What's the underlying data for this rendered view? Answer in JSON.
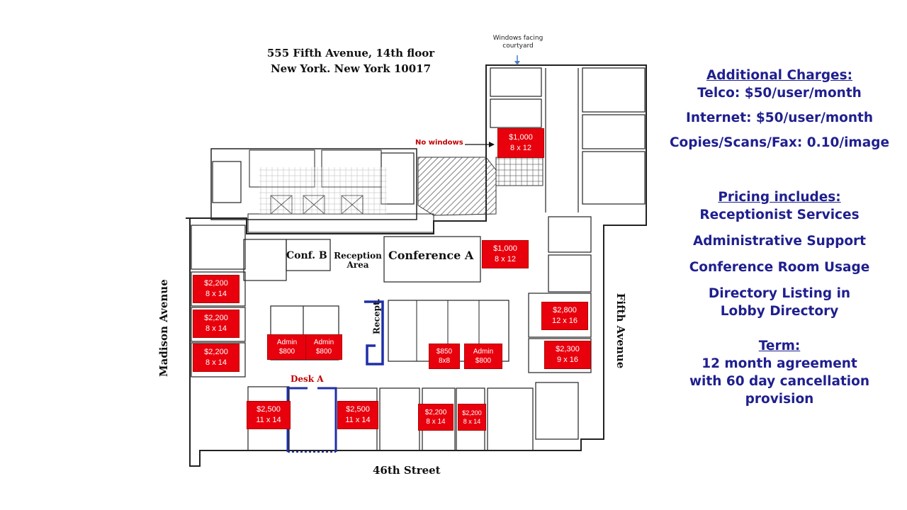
{
  "address": {
    "line1": "555 Fifth Avenue, 14th floor",
    "line2": "New York. New York   10017"
  },
  "streets": {
    "west": "Madison Avenue",
    "east": "Fifth Avenue",
    "south": "46th Street"
  },
  "notes": {
    "windows": "Windows facing courtyard",
    "no_windows": "No windows"
  },
  "rooms": {
    "conf_b": "Conf. B",
    "reception": "Reception Area",
    "conference_a": "Conference A",
    "recept": "Recept.",
    "desk_a": "Desk A"
  },
  "offices": [
    {
      "price": "$1,000",
      "size": "8 x 12"
    },
    {
      "price": "$1,000",
      "size": "8 x 12"
    },
    {
      "price": "$2,200",
      "size": "8 x 14"
    },
    {
      "price": "$2,200",
      "size": "8 x 14"
    },
    {
      "price": "$2,200",
      "size": "8 x 14"
    },
    {
      "price": "Admin",
      "size": "$800"
    },
    {
      "price": "Admin",
      "size": "$800"
    },
    {
      "price": "$850",
      "size": "8x8"
    },
    {
      "price": "Admin",
      "size": "$800"
    },
    {
      "price": "$2,800",
      "size": "12 x 16"
    },
    {
      "price": "$2,300",
      "size": "9 x 16"
    },
    {
      "price": "$2,500",
      "size": "11 x 14"
    },
    {
      "price": "$2,500",
      "size": "11 x 14"
    },
    {
      "price": "$2,200",
      "size": "8 x 14"
    },
    {
      "price": "$2,200",
      "size": "8 x 14"
    }
  ],
  "info": {
    "additional_heading": "Additional Charges:",
    "telco": "Telco: $50/user/month",
    "internet": "Internet: $50/user/month",
    "copies": "Copies/Scans/Fax:  0.10/image",
    "pricing_heading": "Pricing includes:",
    "pricing_items": [
      "Receptionist Services",
      "Administrative Support",
      "Conference Room Usage",
      "Directory Listing in",
      "Lobby Directory"
    ],
    "term_heading": "Term:",
    "term_lines": [
      "12 month agreement",
      "with 60 day cancellation",
      "provision"
    ]
  },
  "colors": {
    "office_fill": "#e8000d",
    "info_text": "#1f1f8f",
    "desk_outline": "#1f2fa8",
    "wall": "#222222"
  }
}
